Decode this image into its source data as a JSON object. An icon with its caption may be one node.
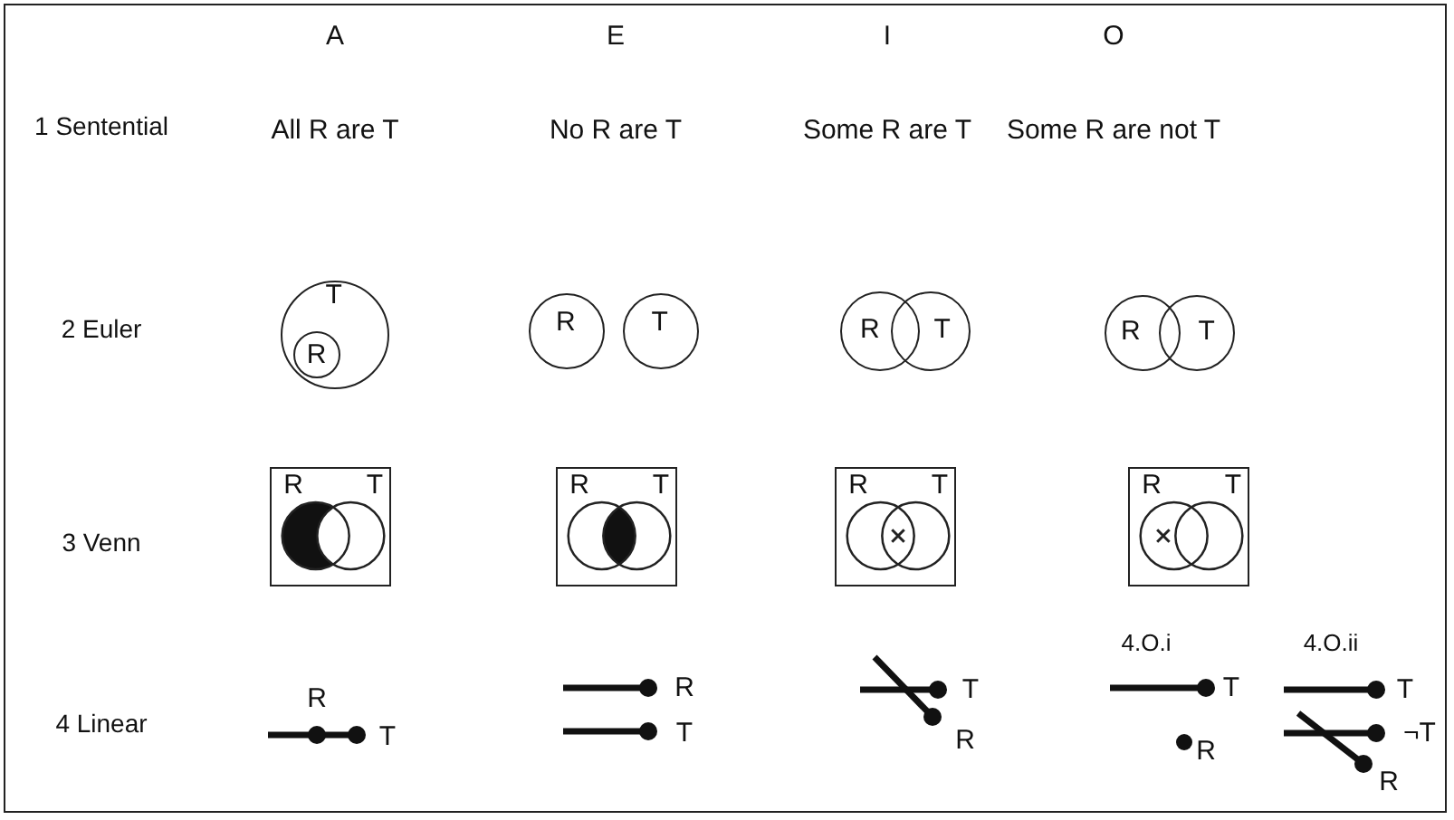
{
  "diagram": {
    "nodes": [
      {
        "text": [
          "T"
        ]
      },
      {
        "text": [
          "R"
        ],
        "in": 0
      },
      {
        "text": [
          "R"
        ]
      },
      {
        "text": [
          "T"
        ]
      },
      {
        "text": [
          "R"
        ]
      },
      {
        "text": [
          "T"
        ]
      },
      {
        "text": [
          "R"
        ]
      },
      {
        "text": [
          "T"
        ]
      },
      {
        "text": [
          "R",
          "T"
        ]
      },
      {
        "text": [
          "R",
          "T"
        ]
      },
      {
        "text": [
          "R",
          "T"
        ]
      },
      {
        "text": [
          "R",
          "T"
        ]
      }
    ],
    "labels": [
      "A",
      "E",
      "I",
      "O",
      "1 Sentential",
      "All R are T",
      "No R are T",
      "Some R are T",
      "Some R are not T",
      "2 Euler",
      "3 Venn",
      "4 Linear",
      "4.O.i",
      "4.O.ii",
      "R",
      "R",
      "T",
      "T",
      "T",
      "T",
      "T",
      "R",
      "R",
      "¬T",
      "R"
    ]
  }
}
